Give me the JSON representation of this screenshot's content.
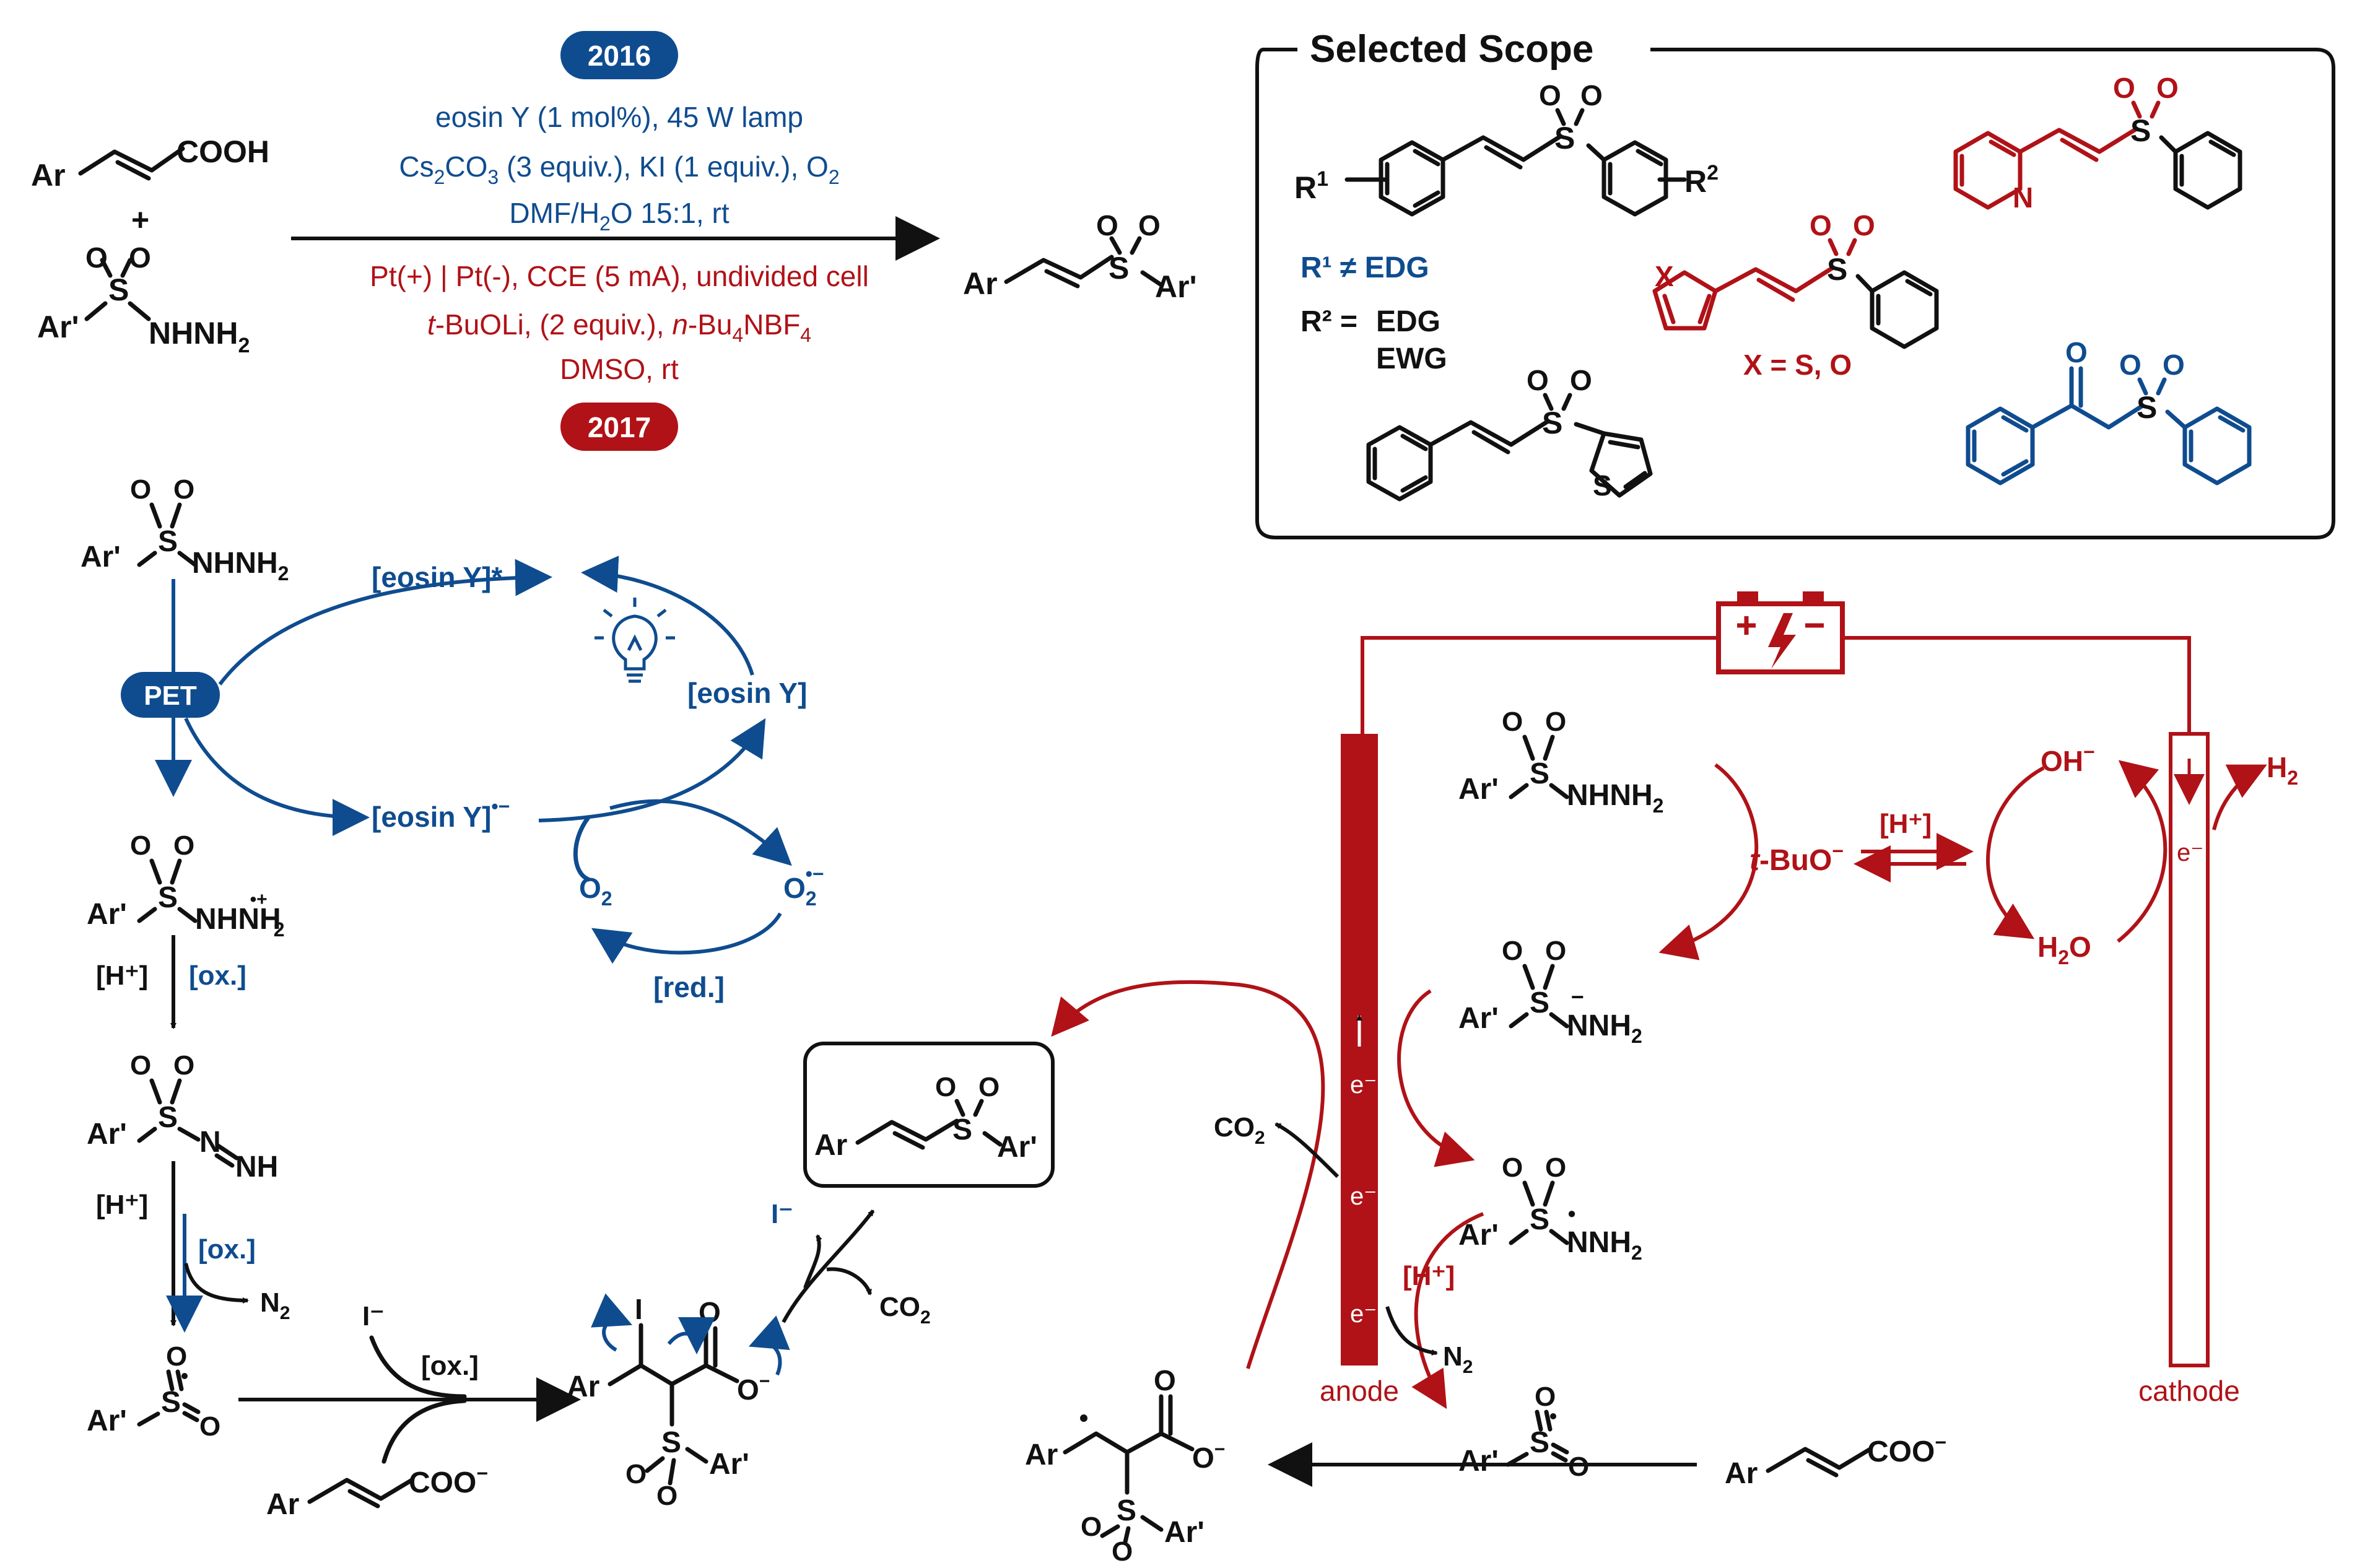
{
  "top": {
    "badge2016": "2016",
    "badge2017": "2017",
    "reactant1": {
      "ar": "Ar",
      "acid": "COOH"
    },
    "plus": "+",
    "reactant2": {
      "ar": "Ar'",
      "s": "S",
      "o": "O",
      "nh": "NHNH",
      "sub2": "2"
    },
    "cond_photo": [
      {
        "main": "eosin Y (1 mol%), 45 W lamp"
      },
      {
        "a": "Cs",
        "a_sub": "2",
        "b": "CO",
        "b_sub": "3",
        "c": " (3 equiv.), KI (1 equiv.), O",
        "c_sub": "2"
      },
      {
        "a": "DMF/H",
        "a_sub": "2",
        "b": "O 15:1, rt"
      }
    ],
    "cond_electro": [
      {
        "main": "Pt(+) | Pt(-), CCE (5 mA), undivided cell"
      },
      {
        "a": "t",
        "b": "-BuOLi, (2 equiv.), ",
        "c": "n",
        "d": "-Bu",
        "d_sub": "4",
        "e": "NBF",
        "e_sub": "4"
      },
      {
        "main": "DMSO, rt"
      }
    ],
    "product": {
      "ar": "Ar",
      "s": "S",
      "o": "O",
      "ar2": "Ar'"
    }
  },
  "scope": {
    "title": "Selected Scope",
    "r1": "R",
    "r1_sup": "1",
    "r2": "R",
    "r2_sup": "2",
    "r1_rule": "R¹ ≠ EDG",
    "r2_rule_label": "R² =",
    "r2_rule_a": "EDG",
    "r2_rule_b": "EWG",
    "pyridine_n": "N",
    "hetero_x": "X",
    "x_rule": "X =  S, O",
    "thiophene_s": "S",
    "s": "S",
    "o": "O"
  },
  "photo_cycle": {
    "eosin_star": "[eosin Y]*",
    "eosin": "[eosin Y]",
    "eosin_rad": "[eosin Y]",
    "eosin_rad_sup": "•−",
    "pet": "PET",
    "o2": "O",
    "o2_sub": "2",
    "o2_rad": "O",
    "o2_rad_sub": "2",
    "o2_rad_sup": "•−",
    "red": "[red.]",
    "h_plus": "[H⁺]",
    "ox": "[ox.]",
    "n2": "N",
    "n2_sub": "2",
    "i_minus": "I⁻",
    "co2": "CO",
    "co2_sub": "2",
    "ar": "Ar",
    "ar2": "Ar'",
    "s": "S",
    "o": "O",
    "i": "I",
    "nhnh2": "NHNH",
    "sub2": "2",
    "rad_cat": "NHNH",
    "rad_cat_sup": "•+",
    "diazene_n": "N",
    "diazene_nh": "NH",
    "coo": "COO",
    "coo_sup": "−",
    "o_minus": "O",
    "o_minus_sup": "−"
  },
  "electro": {
    "anode": "anode",
    "cathode": "cathode",
    "e_minus": "e⁻",
    "tbuo_t": "t",
    "tbuo": "-BuO",
    "tbuo_sup": "−",
    "h_plus": "[H⁺]",
    "oh": "OH",
    "oh_sup": "−",
    "h2": "H",
    "h2_sub": "2",
    "h2o_a": "H",
    "h2o_sub": "2",
    "h2o_b": "O",
    "co2": "CO",
    "co2_sub": "2",
    "n2": "N",
    "n2_sub": "2",
    "nnh2": "NH",
    "nnh2_minus": "−",
    "nnh2_rad": "•",
    "ar": "Ar",
    "ar2": "Ar'",
    "s": "S",
    "o": "O",
    "coo": "COO",
    "coo_sup": "−"
  },
  "colors": {
    "blue": "#0f4c8f",
    "red": "#b01217",
    "black": "#111111"
  }
}
